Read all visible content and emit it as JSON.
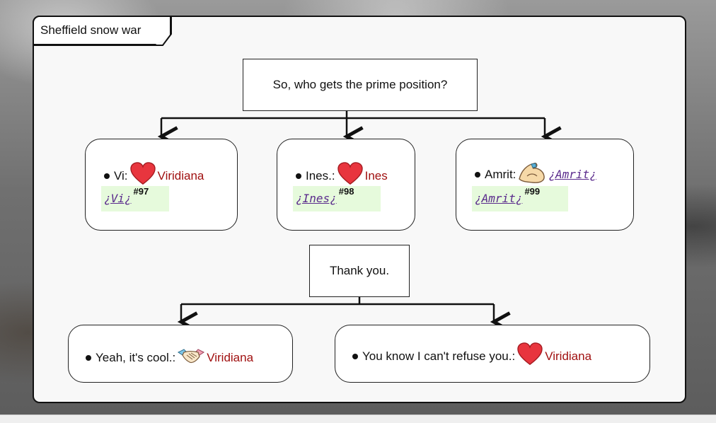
{
  "panel": {
    "title": "Sheffield snow war"
  },
  "prompt1": {
    "text": "So, who gets the prime position?"
  },
  "choices1": [
    {
      "label": "Vi:",
      "icon": "heart-icon",
      "speaker": "Viridiana",
      "tag": "¿Vi¿",
      "ref": "#97"
    },
    {
      "label": "Ines.:",
      "icon": "heart-icon",
      "speaker": "Ines",
      "tag": "¿Ines¿",
      "ref": "#98"
    },
    {
      "label": "Amrit:",
      "icon": "flexed-biceps-icon",
      "inline_tag": "¿Amrit¿",
      "tag": "¿Amrit¿",
      "ref": "#99"
    }
  ],
  "prompt2": {
    "text": "Thank you."
  },
  "choices2": [
    {
      "label": "Yeah, it's cool.:",
      "icon": "handshake-icon",
      "speaker": "Viridiana"
    },
    {
      "label": "You know I can't refuse you.:",
      "icon": "heart-icon",
      "speaker": "Viridiana"
    }
  ],
  "colors": {
    "speaker": "#a01010",
    "tag": "#5a2a8c",
    "tag_bg": "#e6fadc",
    "heart": "#e8353e"
  }
}
